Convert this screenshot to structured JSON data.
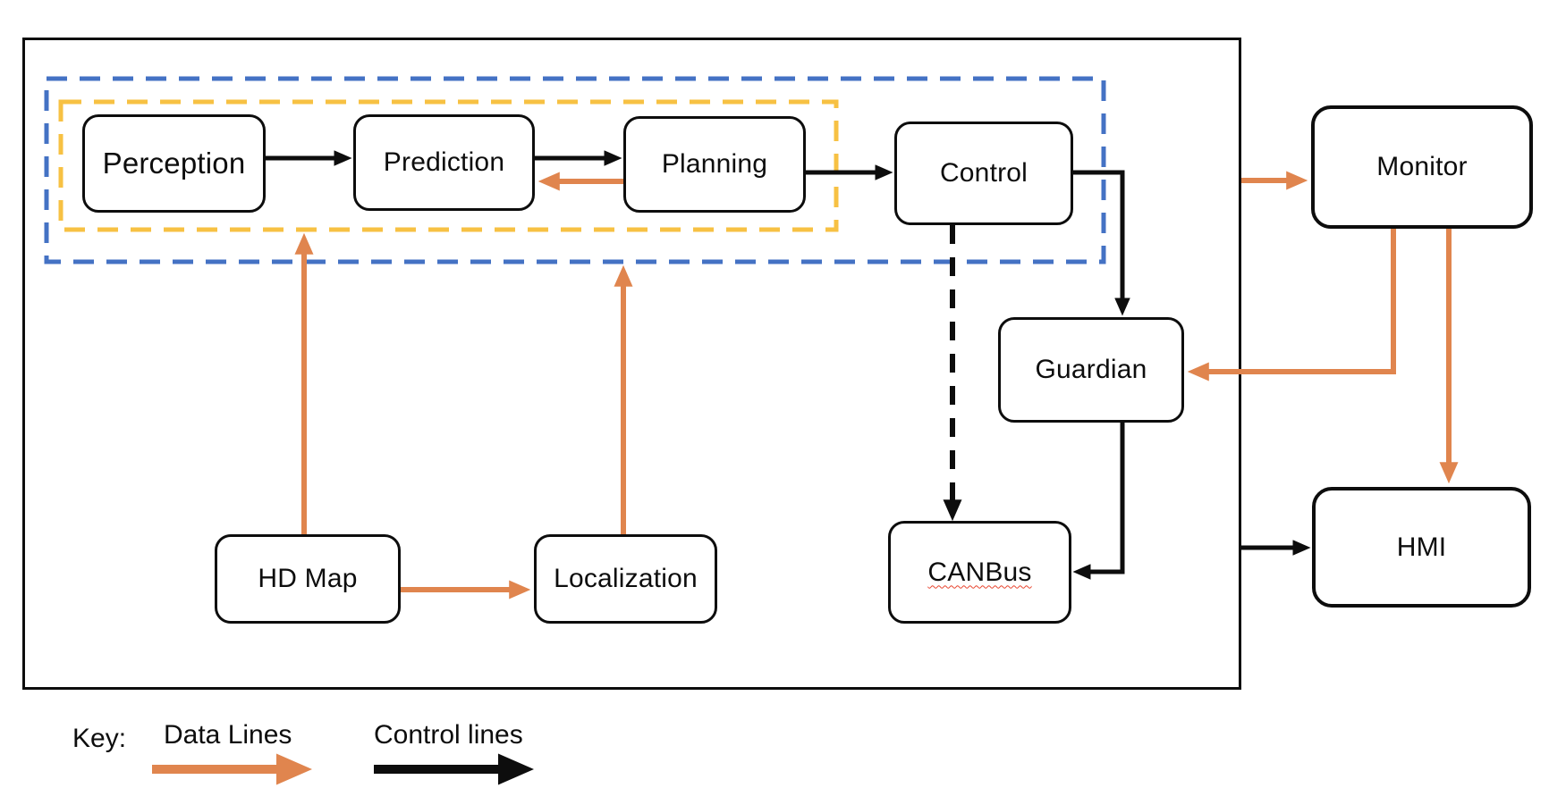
{
  "nodes": {
    "perception": {
      "label": "Perception"
    },
    "prediction": {
      "label": "Prediction"
    },
    "planning": {
      "label": "Planning"
    },
    "control": {
      "label": "Control"
    },
    "monitor": {
      "label": "Monitor"
    },
    "guardian": {
      "label": "Guardian"
    },
    "hd_map": {
      "label": "HD Map"
    },
    "localization": {
      "label": "Localization"
    },
    "canbus": {
      "label": "CANBus"
    },
    "hmi": {
      "label": "HMI"
    }
  },
  "legend": {
    "key_label": "Key:",
    "items": [
      {
        "label": "Data Lines",
        "color": "#E0854E"
      },
      {
        "label": "Control lines",
        "color": "#0D0D0D"
      }
    ]
  },
  "colors": {
    "data_line": "#E0854E",
    "control_line": "#0D0D0D",
    "outer_group_border": "#4472C4",
    "inner_group_border": "#F7C143",
    "node_border": "#0D0D0D",
    "spellcheck_underline": "#E8442E",
    "background": "#FFFFFF"
  }
}
